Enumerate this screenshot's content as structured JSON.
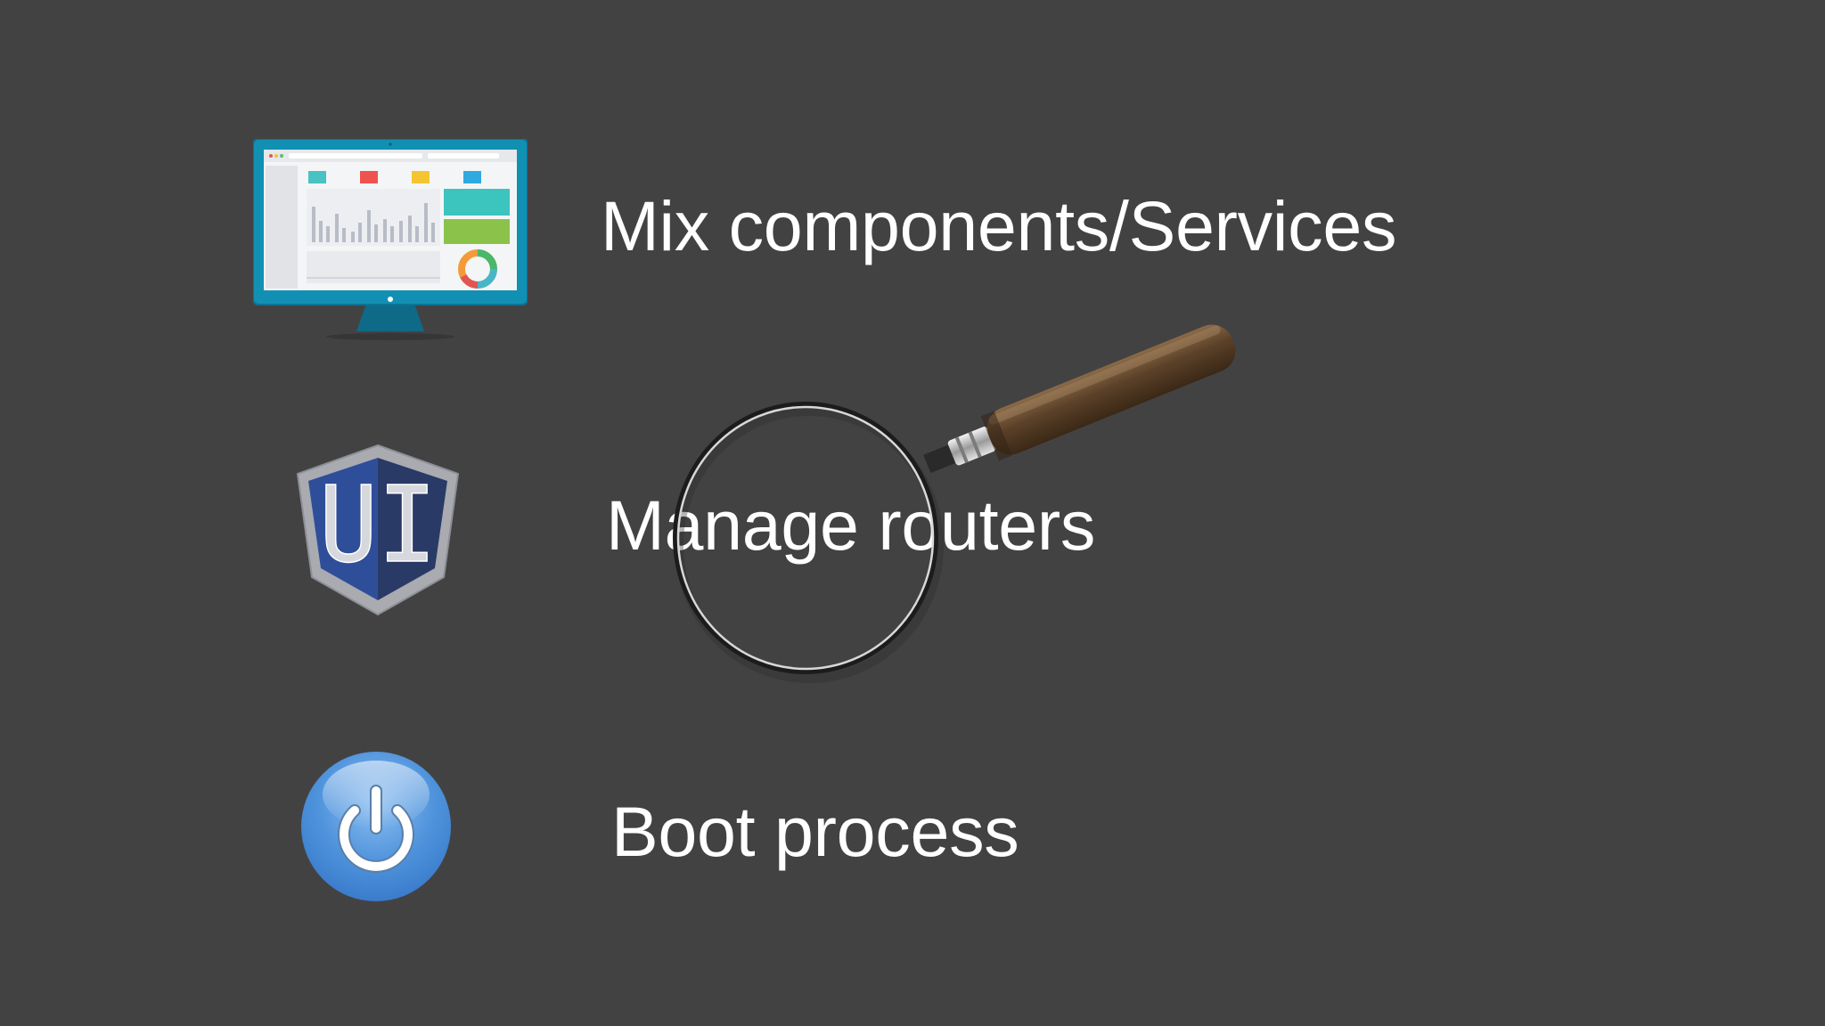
{
  "slide": {
    "background_color": "#434243",
    "items": [
      {
        "label": "Mix components/Services",
        "icon": "dashboard-monitor-icon"
      },
      {
        "label": "Manage routers",
        "icon": "ui-shield-icon"
      },
      {
        "label": "Boot process",
        "icon": "power-icon"
      }
    ],
    "ui_badge_text": "UI",
    "decoration": "magnifying-glass-icon"
  }
}
